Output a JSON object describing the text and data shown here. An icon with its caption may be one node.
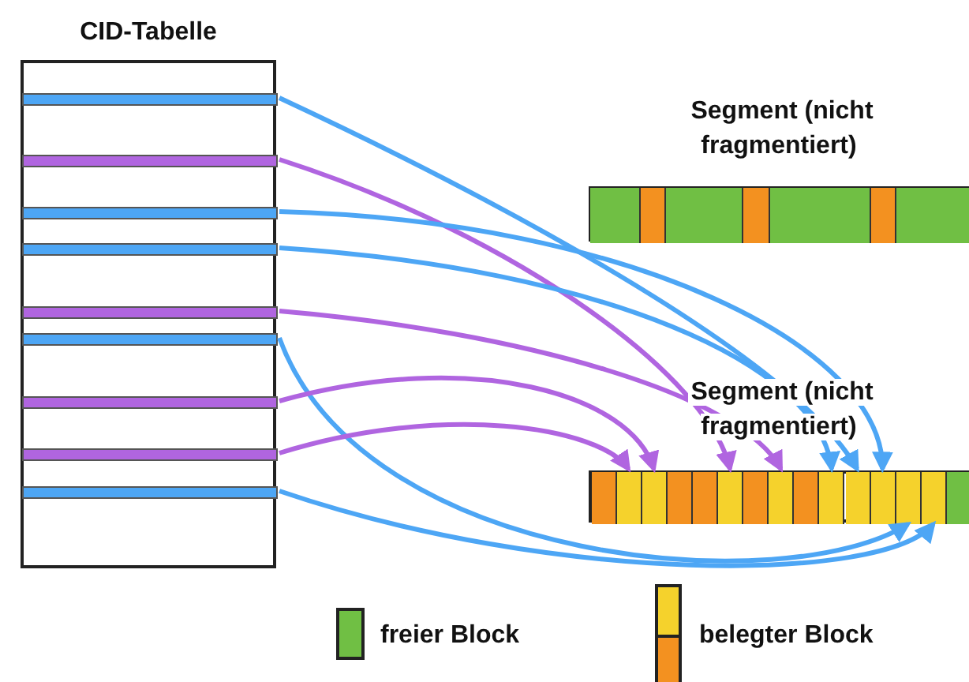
{
  "diagram": {
    "nodes": [
      {
        "text": [
          "CID-Tabelle"
        ]
      },
      {
        "text": [],
        "shape": "bar",
        "in": 0
      },
      {
        "text": [],
        "shape": "bar",
        "in": 0
      },
      {
        "text": [],
        "shape": "bar",
        "in": 0
      },
      {
        "text": [],
        "shape": "bar",
        "in": 0
      },
      {
        "text": [],
        "shape": "bar",
        "in": 0
      },
      {
        "text": [],
        "shape": "bar",
        "in": 0
      },
      {
        "text": [],
        "shape": "bar",
        "in": 0
      },
      {
        "text": [],
        "shape": "bar",
        "in": 0
      },
      {
        "text": [],
        "shape": "bar",
        "in": 0
      },
      {
        "text": [
          "Segment (nicht fragmentiert)"
        ]
      },
      {
        "text": [],
        "shape": "box",
        "in": 10
      },
      {
        "text": [],
        "shape": "box",
        "in": 10
      },
      {
        "text": [],
        "shape": "box",
        "in": 10
      },
      {
        "text": [],
        "shape": "box",
        "in": 10
      },
      {
        "text": [],
        "shape": "box",
        "in": 10
      },
      {
        "text": [],
        "shape": "box",
        "in": 10
      },
      {
        "text": [],
        "shape": "box",
        "in": 10
      },
      {
        "text": [
          "Segment (nicht fragmentiert)"
        ]
      },
      {
        "text": [],
        "shape": "box",
        "in": 18
      },
      {
        "text": [],
        "shape": "box",
        "in": 18
      },
      {
        "text": [],
        "shape": "box",
        "in": 18
      },
      {
        "text": [],
        "shape": "box",
        "in": 18
      },
      {
        "text": [],
        "shape": "box",
        "in": 18
      },
      {
        "text": [],
        "shape": "box",
        "in": 18
      },
      {
        "text": [],
        "shape": "box",
        "in": 18
      },
      {
        "text": [],
        "shape": "box",
        "in": 18
      },
      {
        "text": [],
        "shape": "box",
        "in": 18
      },
      {
        "text": [],
        "shape": "box",
        "in": 18
      },
      {
        "text": [],
        "shape": "box",
        "in": 18
      },
      {
        "text": [],
        "shape": "box",
        "in": 18
      },
      {
        "text": [],
        "shape": "box",
        "in": 18
      },
      {
        "text": [],
        "shape": "box",
        "in": 18
      },
      {
        "text": [],
        "shape": "box",
        "in": 18
      }
    ],
    "edges": [
      {
        "from": 1,
        "to": 29,
        "arrow": "to"
      },
      {
        "from": 2,
        "to": 24,
        "arrow": "to",
        "color": "#b065e0"
      },
      {
        "from": 3,
        "to": 30,
        "arrow": "to"
      },
      {
        "from": 4,
        "to": 28,
        "arrow": "to"
      },
      {
        "from": 5,
        "to": 26,
        "arrow": "to",
        "color": "#b065e0"
      },
      {
        "from": 6,
        "to": 31,
        "arrow": "to"
      },
      {
        "from": 7,
        "to": 21,
        "arrow": "to",
        "color": "#b065e0"
      },
      {
        "from": 8,
        "to": 20,
        "arrow": "to",
        "color": "#b065e0"
      },
      {
        "from": 9,
        "to": 32,
        "arrow": "to"
      }
    ],
    "legend": [
      {
        "text": "freier Block",
        "color": "#70bf44"
      },
      {
        "text": "belegter Block"
      }
    ]
  }
}
